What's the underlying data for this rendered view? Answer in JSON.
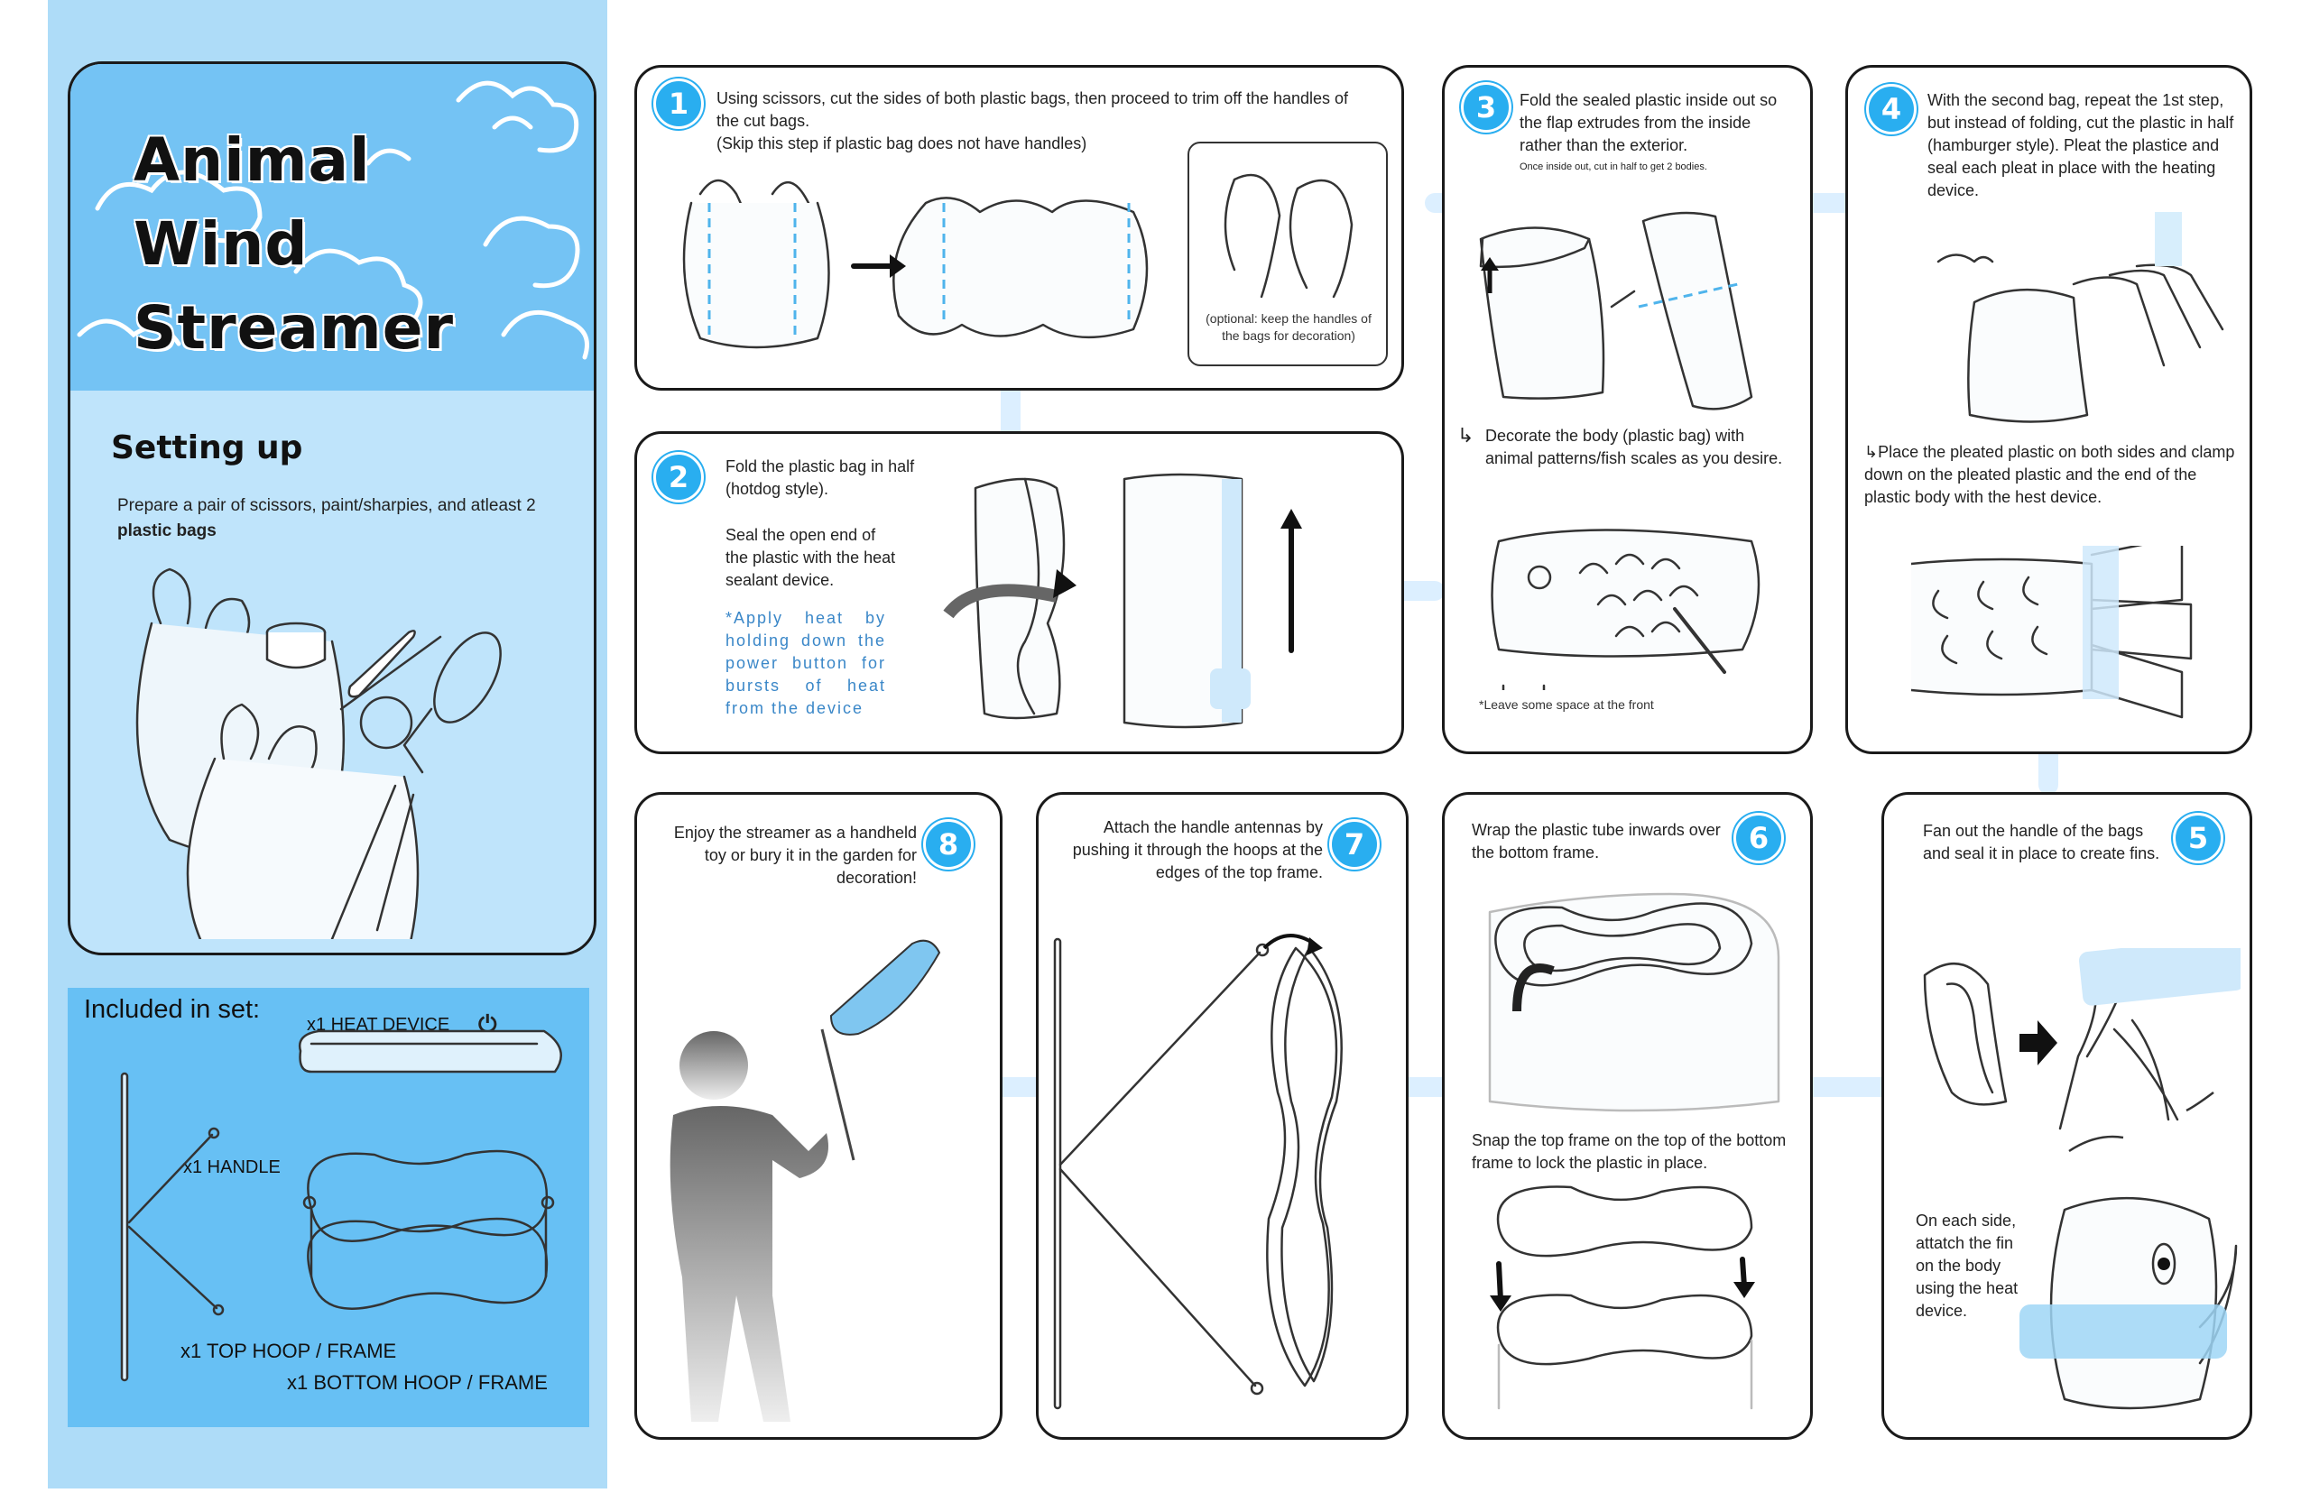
{
  "title": {
    "line1": "Animal",
    "line2": "Wind",
    "line3": "Streamer"
  },
  "setup": {
    "heading": "Setting up",
    "text_prefix": "Prepare a pair of scissors, paint/sharpies, and atleast 2 ",
    "text_bold": "plastic bags"
  },
  "included": {
    "heading": "Included in set:",
    "heat_device": "x1 HEAT DEVICE",
    "handle": "x1 HANDLE",
    "top_hoop": "x1 TOP HOOP / FRAME",
    "bottom_hoop": "x1 BOTTOM HOOP / FRAME"
  },
  "steps": {
    "s1": {
      "num": "1",
      "text": "Using scissors, cut the sides of both plastic bags, then proceed to trim off the handles of the cut bags.",
      "skip": "(Skip this step if plastic bag does not have handles)",
      "optional": "(optional: keep the handles of the bags for decoration)"
    },
    "s2": {
      "num": "2",
      "text1": "Fold the plastic bag in half (hotdog style).",
      "text2": "Seal the open end of the plastic with the heat sealant device.",
      "tip": "*Apply heat by holding down the power button for bursts of heat from the device"
    },
    "s3": {
      "num": "3",
      "text": "Fold the sealed plastic inside out so the flap extrudes from the inside rather than the exterior.",
      "small": "Once inside out, cut in half to get 2 bodies.",
      "decorate": "Decorate the body (plastic bag) with animal patterns/fish scales as you desire.",
      "leave": "*Leave some space at the front"
    },
    "s4": {
      "num": "4",
      "text": "With the second bag, repeat the 1st step, but instead of folding, cut the plastic in half (hamburger style). Pleat the plastice and seal each pleat in place with the heating device.",
      "place": "Place the pleated plastic on both sides and clamp down on the pleated plastic and the end of the plastic body with the hest device."
    },
    "s5": {
      "num": "5",
      "text": "Fan out the handle of the bags and seal it in place to create fins.",
      "attach": "On each side, attatch the fin on the body using the heat device."
    },
    "s6": {
      "num": "6",
      "text": "Wrap the plastic tube inwards over the bottom frame.",
      "snap": "Snap the top frame on the top of the bottom frame to lock the plastic in place."
    },
    "s7": {
      "num": "7",
      "text": "Attach the handle antennas by pushing it through the hoops at the edges of the top frame."
    },
    "s8": {
      "num": "8",
      "text": "Enjoy the streamer as a handheld toy or bury it in the garden for decoration!"
    }
  }
}
